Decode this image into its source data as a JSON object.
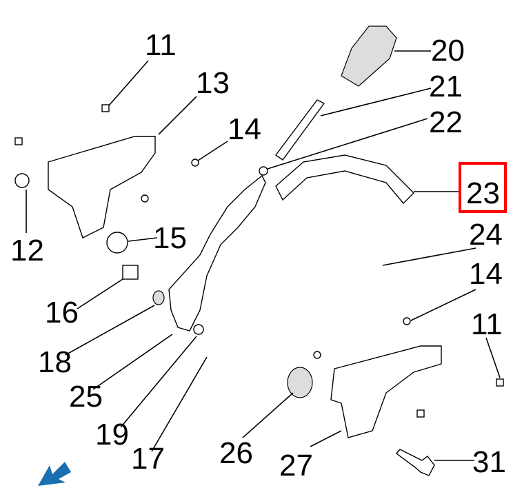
{
  "diagram": {
    "callouts": [
      "11",
      "13",
      "14",
      "12",
      "15",
      "16",
      "18",
      "25",
      "19",
      "17",
      "26",
      "27",
      "31",
      "11",
      "14",
      "24",
      "23",
      "22",
      "21",
      "20"
    ],
    "highlighted": "23",
    "highlight_color": "#ff0000",
    "arrow_color": "#1a6fb0"
  }
}
